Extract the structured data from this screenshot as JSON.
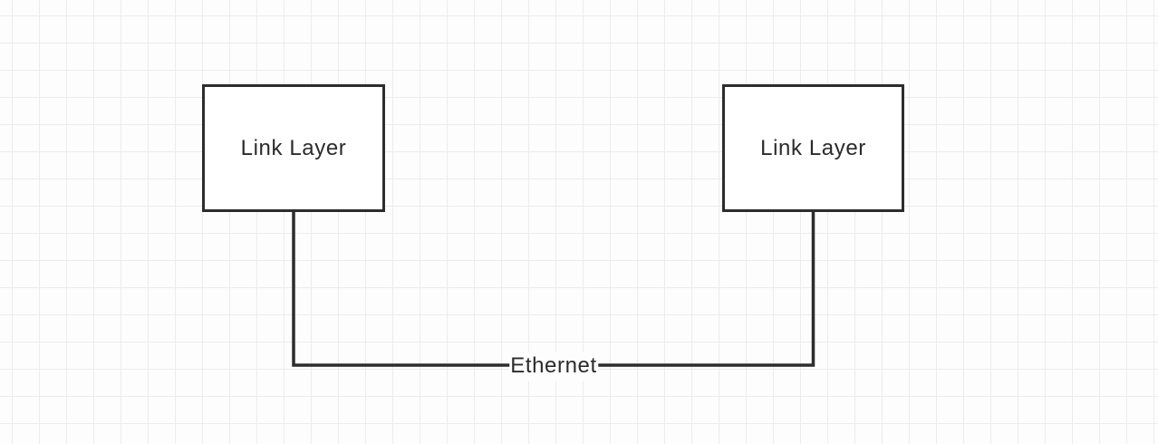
{
  "canvas": {
    "colors": {
      "stroke": "#2d2d2d",
      "text": "#2b2b2b",
      "grid": "#ececec",
      "bg": "#fdfdfd",
      "fill": "#ffffff"
    }
  },
  "diagram": {
    "nodes": [
      {
        "id": "link-layer-left",
        "label": "Link Layer"
      },
      {
        "id": "link-layer-right",
        "label": "Link Layer"
      }
    ],
    "edges": [
      {
        "id": "ethernet",
        "label": "Ethernet",
        "from": "link-layer-left",
        "to": "link-layer-right"
      }
    ]
  }
}
